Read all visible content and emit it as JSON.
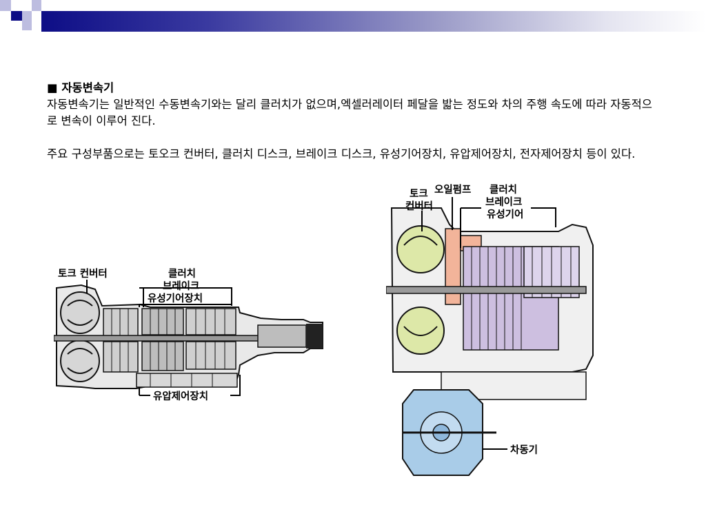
{
  "text": {
    "heading": "■ 자동변속기",
    "para1": " 자동변속기는 일반적인 수동변속기와는 달리 클러치가 없으며,엑셀러레이터 페달을 밟는 정도와 차의 주행 속도에 따라 자동적으로 변속이 이루어 진다.",
    "para2": "주요 구성부품으로는 토오크 컨버터, 클러치 디스크, 브레이크 디스크, 유성기어장치, 유압제어장치, 전자제어장치 등이 있다."
  },
  "left_diagram": {
    "labels": {
      "torque_converter": "토크 컨버터",
      "clutch": "클러치",
      "brake": "브레이크",
      "planetary": "유성기어장치",
      "hydraulic": "유압제어장치"
    }
  },
  "right_diagram": {
    "labels": {
      "torque_line1": "토크",
      "torque_line2": "컨버터",
      "oil_pump": "오일펌프",
      "clutch": "클러치",
      "brake": "브레이크",
      "planetary": "유성기어",
      "differential": "차동기"
    },
    "colors": {
      "torque_converter": "#dde8a8",
      "oil_pump": "#f2b49a",
      "gear_section": "#cdbfe0",
      "differential": "#a9cce8"
    }
  }
}
